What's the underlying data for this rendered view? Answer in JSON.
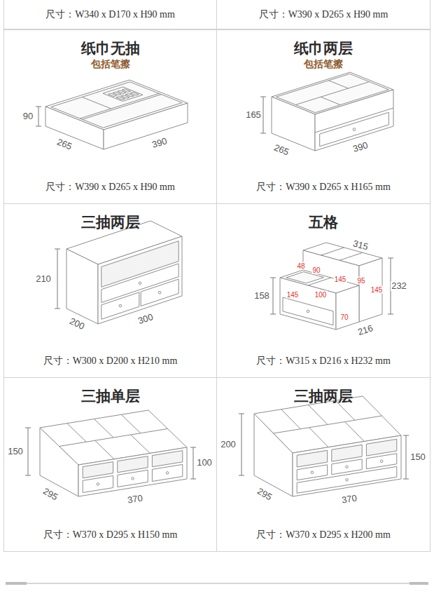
{
  "diagram": {
    "nodes": [
      {
        "text": [
          "尺寸：W340 x D170 x H90 mm"
        ]
      },
      {
        "text": [
          "尺寸：W390 x D265 x H90 mm"
        ]
      },
      {
        "text": [
          "纸巾无抽",
          "包括笔擦",
          "尺寸：W390 x D265 x H90 mm"
        ]
      },
      {
        "text": [
          "纸巾两层",
          "包括笔擦",
          "尺寸：W390 x D265 x H165 mm"
        ]
      },
      {
        "text": [
          "三抽两层",
          "尺寸：W300 x D200 x H210 mm"
        ]
      },
      {
        "text": [
          "五格",
          "尺寸：W315 x D216 x H232 mm"
        ]
      },
      {
        "text": [
          "三抽单层",
          "尺寸：W370 x D295 x H150 mm"
        ]
      },
      {
        "text": [
          "三抽两层",
          "尺寸：W370 x D295 x H200 mm"
        ]
      }
    ],
    "labels": [
      "90",
      "265",
      "390",
      "165",
      "265",
      "390",
      "210",
      "200",
      "300",
      "315",
      "48",
      "90",
      "145",
      "95",
      "145",
      "145",
      "100",
      "70",
      "158",
      "232",
      "216",
      "150",
      "100",
      "295",
      "370",
      "200",
      "150",
      "295",
      "370"
    ]
  }
}
